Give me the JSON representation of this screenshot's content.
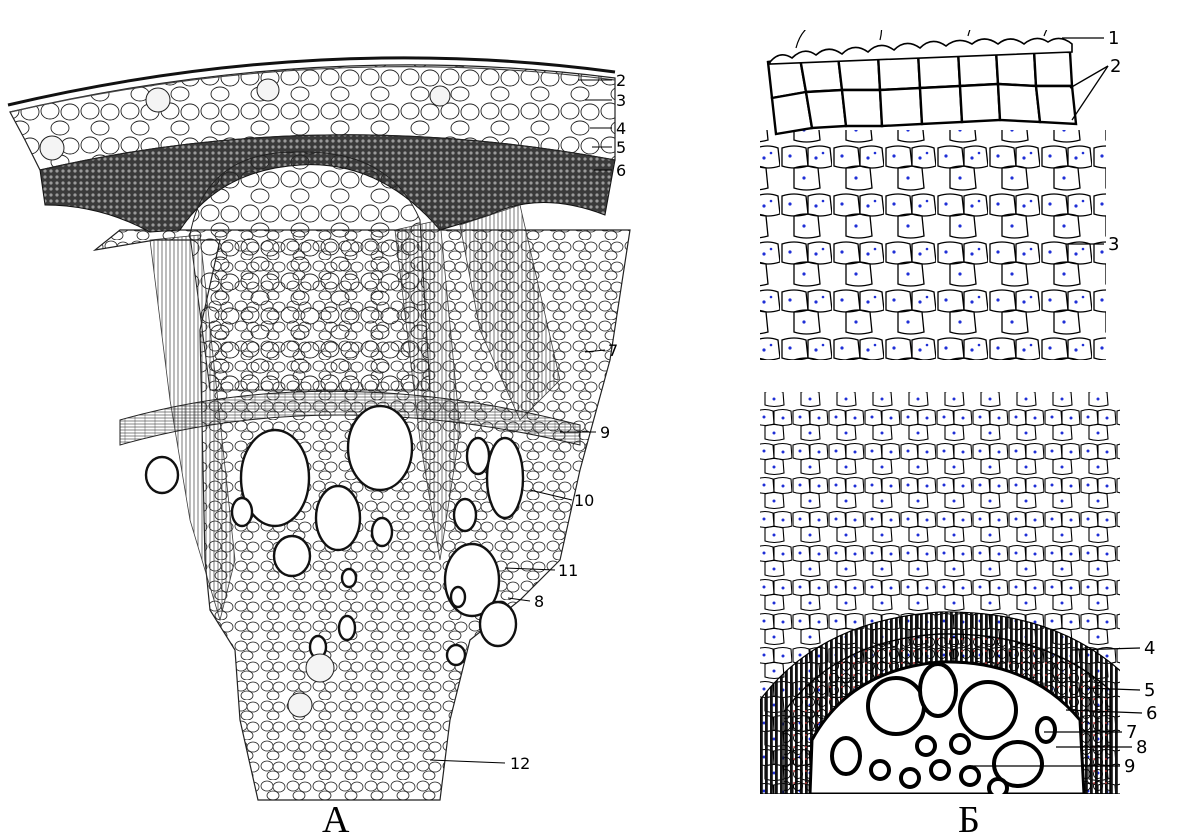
{
  "panels": [
    {
      "id": "A",
      "label": "А",
      "callouts": [
        {
          "num": "2"
        },
        {
          "num": "3"
        },
        {
          "num": "4"
        },
        {
          "num": "5"
        },
        {
          "num": "6"
        },
        {
          "num": "7"
        },
        {
          "num": "9"
        },
        {
          "num": "10"
        },
        {
          "num": "11"
        },
        {
          "num": "8"
        },
        {
          "num": "12"
        }
      ]
    },
    {
      "id": "B",
      "label": "Б",
      "callouts": [
        {
          "num": "1"
        },
        {
          "num": "2"
        },
        {
          "num": "3"
        },
        {
          "num": "4"
        },
        {
          "num": "5"
        },
        {
          "num": "6"
        },
        {
          "num": "7"
        },
        {
          "num": "8"
        },
        {
          "num": "9"
        }
      ]
    }
  ],
  "colors": {
    "ink": "#000000",
    "paper": "#ffffff",
    "stain_blue": "#1f2fd6",
    "stain_red": "#d23a3a",
    "dense_tissue": "#2b2b2b"
  }
}
